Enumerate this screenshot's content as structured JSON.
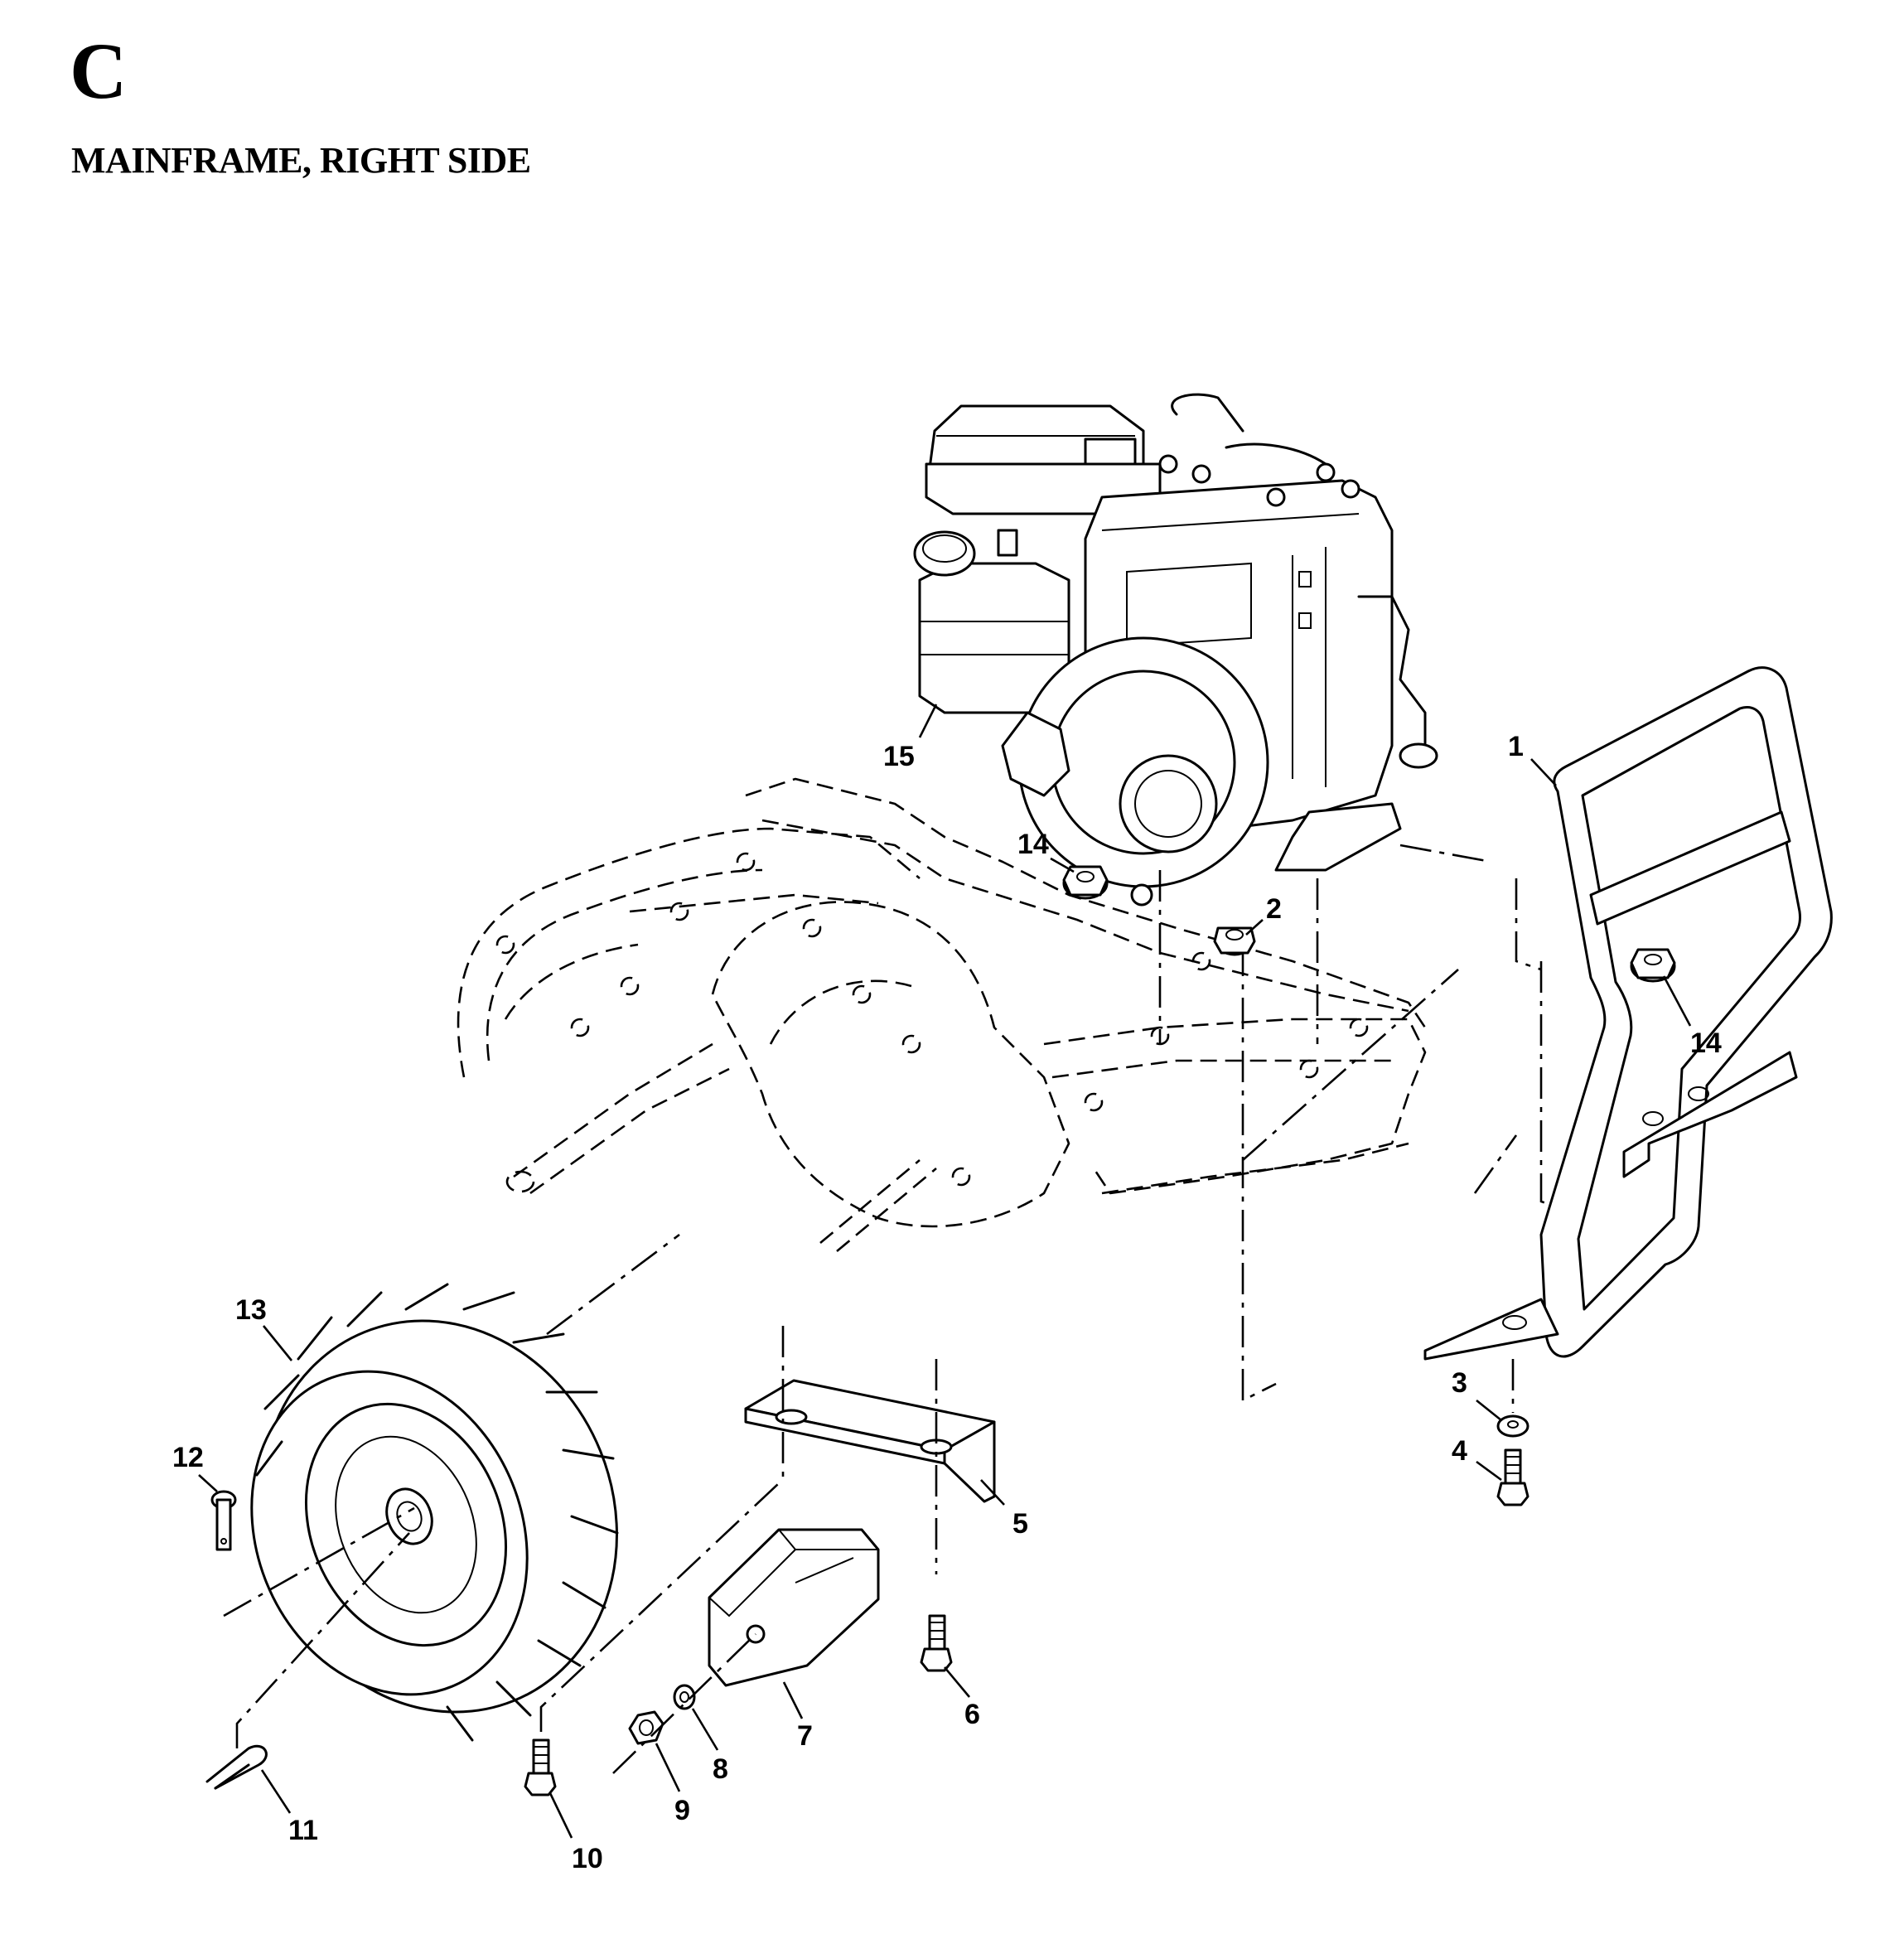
{
  "header": {
    "section_letter": "C",
    "title": "MAINFRAME, RIGHT SIDE"
  },
  "callouts": {
    "c1": "1",
    "c2": "2",
    "c3": "3",
    "c4": "4",
    "c5": "5",
    "c6": "6",
    "c7": "7",
    "c8": "8",
    "c9": "9",
    "c10": "10",
    "c11": "11",
    "c12": "12",
    "c13": "13",
    "c14a": "14",
    "c14b": "14",
    "c15": "15"
  }
}
